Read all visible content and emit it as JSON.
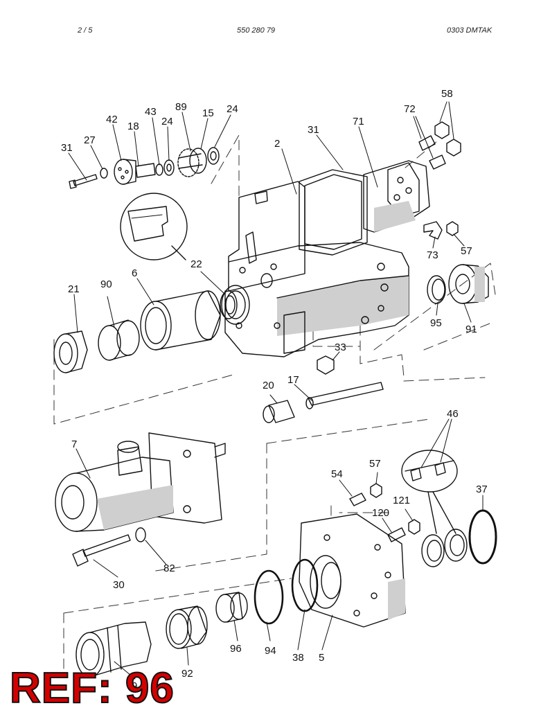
{
  "header": {
    "page": "2 /   5",
    "part_number": "550 280 79",
    "code": "0303   DMTAK"
  },
  "ref_label": "REF: 96",
  "colors": {
    "line": "#111111",
    "shade": "#cfcfcf",
    "ref": "#d40000"
  },
  "callouts": [
    "58",
    "72",
    "71",
    "31",
    "2",
    "42",
    "43",
    "89",
    "15",
    "24",
    "18",
    "24",
    "31",
    "27",
    "22",
    "6",
    "21",
    "90",
    "95",
    "91",
    "73",
    "57",
    "33",
    "20",
    "17",
    "46",
    "7",
    "54",
    "57",
    "121",
    "37",
    "120",
    "30",
    "82",
    "96",
    "94",
    "38",
    "5",
    "92",
    "9"
  ]
}
